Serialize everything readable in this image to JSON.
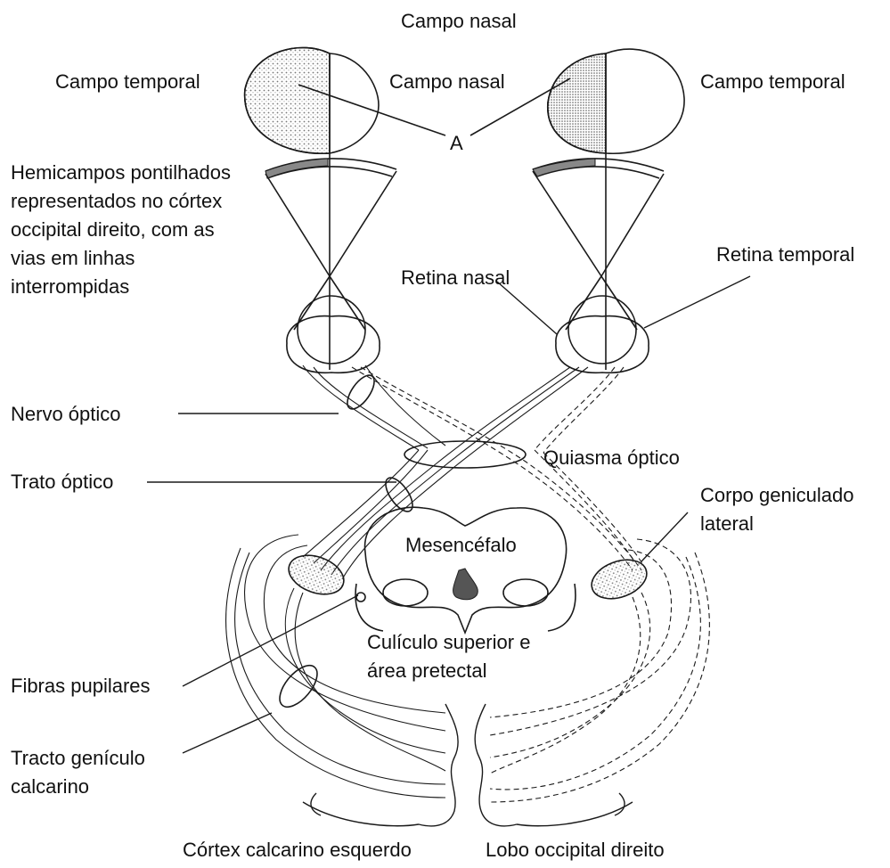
{
  "labels": {
    "campo_nasal_top": "Campo nasal",
    "campo_temporal_left": "Campo temporal",
    "campo_nasal_mid": "Campo nasal",
    "campo_temporal_right": "Campo temporal",
    "marker_a": "A",
    "hemicampos": "Hemicampos pontilhados representados no córtex occipital direito, com as vias em linhas interrompidas",
    "retina_nasal": "Retina nasal",
    "retina_temporal": "Retina temporal",
    "nervo_optico": "Nervo óptico",
    "quiasma_optico": "Quiasma óptico",
    "trato_optico": "Trato óptico",
    "corpo_geniculado": "Corpo geniculado lateral",
    "mesencefalo": "Mesencéfalo",
    "fibras_pupilares": "Fibras pupilares",
    "coliculo": "Culículo superior e área pretectal",
    "tracto_geniculo": "Tracto genículo calcarino",
    "cortex_calcarino": "Córtex calcarino esquerdo",
    "lobo_occipital": "Lobo occipital direito"
  },
  "colors": {
    "ink": "#1a1a1a",
    "stipple": "#8a8a8a"
  }
}
